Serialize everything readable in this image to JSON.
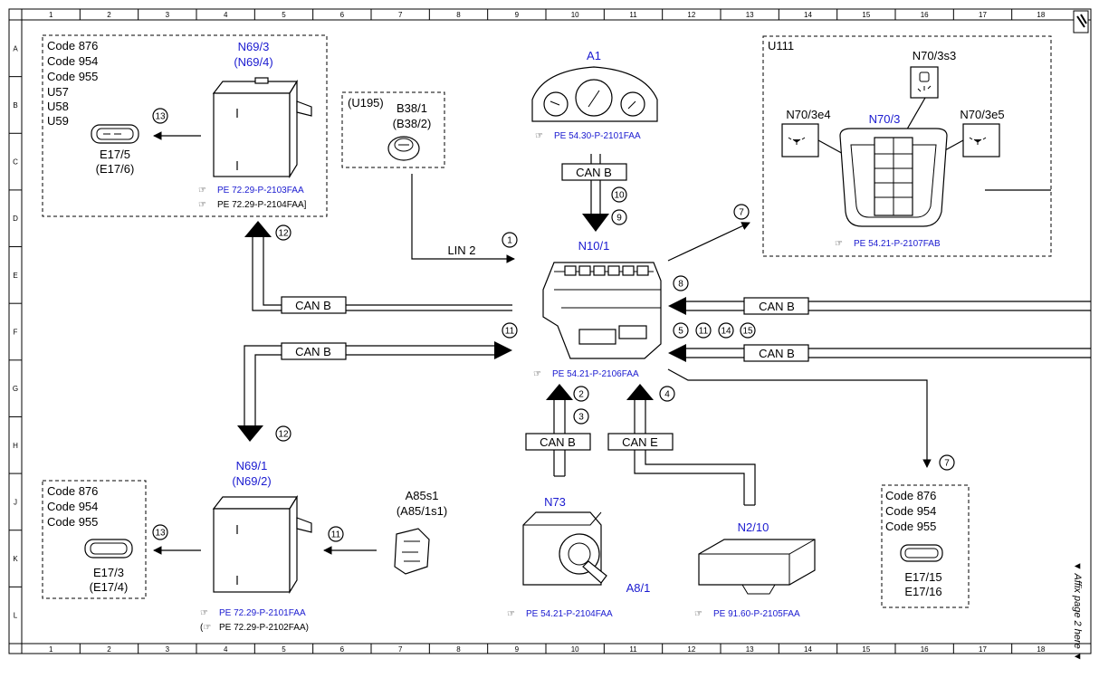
{
  "grid": {
    "columns": [
      "1",
      "2",
      "3",
      "4",
      "5",
      "6",
      "7",
      "8",
      "9",
      "10",
      "11",
      "12",
      "13",
      "14",
      "15",
      "16",
      "17",
      "18"
    ],
    "rows": [
      "A",
      "B",
      "C",
      "D",
      "E",
      "F",
      "G",
      "H",
      "J",
      "K",
      "L"
    ]
  },
  "components": {
    "a1": {
      "name": "A1",
      "ref": "PE 54.30-P-2101FAA"
    },
    "n10_1": {
      "name": "N10/1",
      "ref": "PE 54.21-P-2106FAA"
    },
    "n69_3": {
      "name": "N69/3",
      "alt": "(N69/4)",
      "ref1": "PE 72.29-P-2103FAA",
      "ref2": "PE 72.29-P-2104FAA]"
    },
    "e17_5": {
      "name": "E17/5",
      "alt": "(E17/6)"
    },
    "b38_1": {
      "name": "B38/1",
      "alt": "(B38/2)",
      "code": "(U195)"
    },
    "u111": {
      "name": "U111"
    },
    "n70_3": {
      "name": "N70/3",
      "ref": "PE 54.21-P-2107FAB"
    },
    "n70_3s3": {
      "name": "N70/3s3"
    },
    "n70_3e4": {
      "name": "N70/3e4"
    },
    "n70_3e5": {
      "name": "N70/3e5"
    },
    "n69_1": {
      "name": "N69/1",
      "alt": "(N69/2)",
      "ref1": "PE 72.29-P-2101FAA",
      "ref2": "PE 72.29-P-2102FAA)"
    },
    "e17_3": {
      "name": "E17/3",
      "alt": "(E17/4)"
    },
    "a85s1": {
      "name": "A85s1",
      "alt": "(A85/1s1)"
    },
    "n73": {
      "name": "N73",
      "ref": "PE 54.21-P-2104FAA"
    },
    "a8_1": {
      "name": "A8/1"
    },
    "n2_10": {
      "name": "N2/10",
      "ref": "PE 91.60-P-2105FAA"
    },
    "e17_15": {
      "name": "E17/15"
    },
    "e17_16": {
      "name": "E17/16"
    }
  },
  "codes": {
    "top_left": [
      "Code 876",
      "Code 954",
      "Code 955",
      "U57",
      "U58",
      "U59"
    ],
    "bottom_left": [
      "Code 876",
      "Code 954",
      "Code 955"
    ],
    "right": [
      "Code 876",
      "Code 954",
      "Code 955"
    ]
  },
  "buses": {
    "can": "CAN B",
    "can_e": "CAN E",
    "lin": "LIN 2"
  },
  "numbers": {
    "n1": "1",
    "n2": "2",
    "n3": "3",
    "n4": "4",
    "n5": "5",
    "n7": "7",
    "n8": "8",
    "n9": "9",
    "n10": "10",
    "n11": "11",
    "n12": "12",
    "n13": "13",
    "n14": "14",
    "n15": "15"
  },
  "side_note": "▼ Affix page 2 here ▼"
}
